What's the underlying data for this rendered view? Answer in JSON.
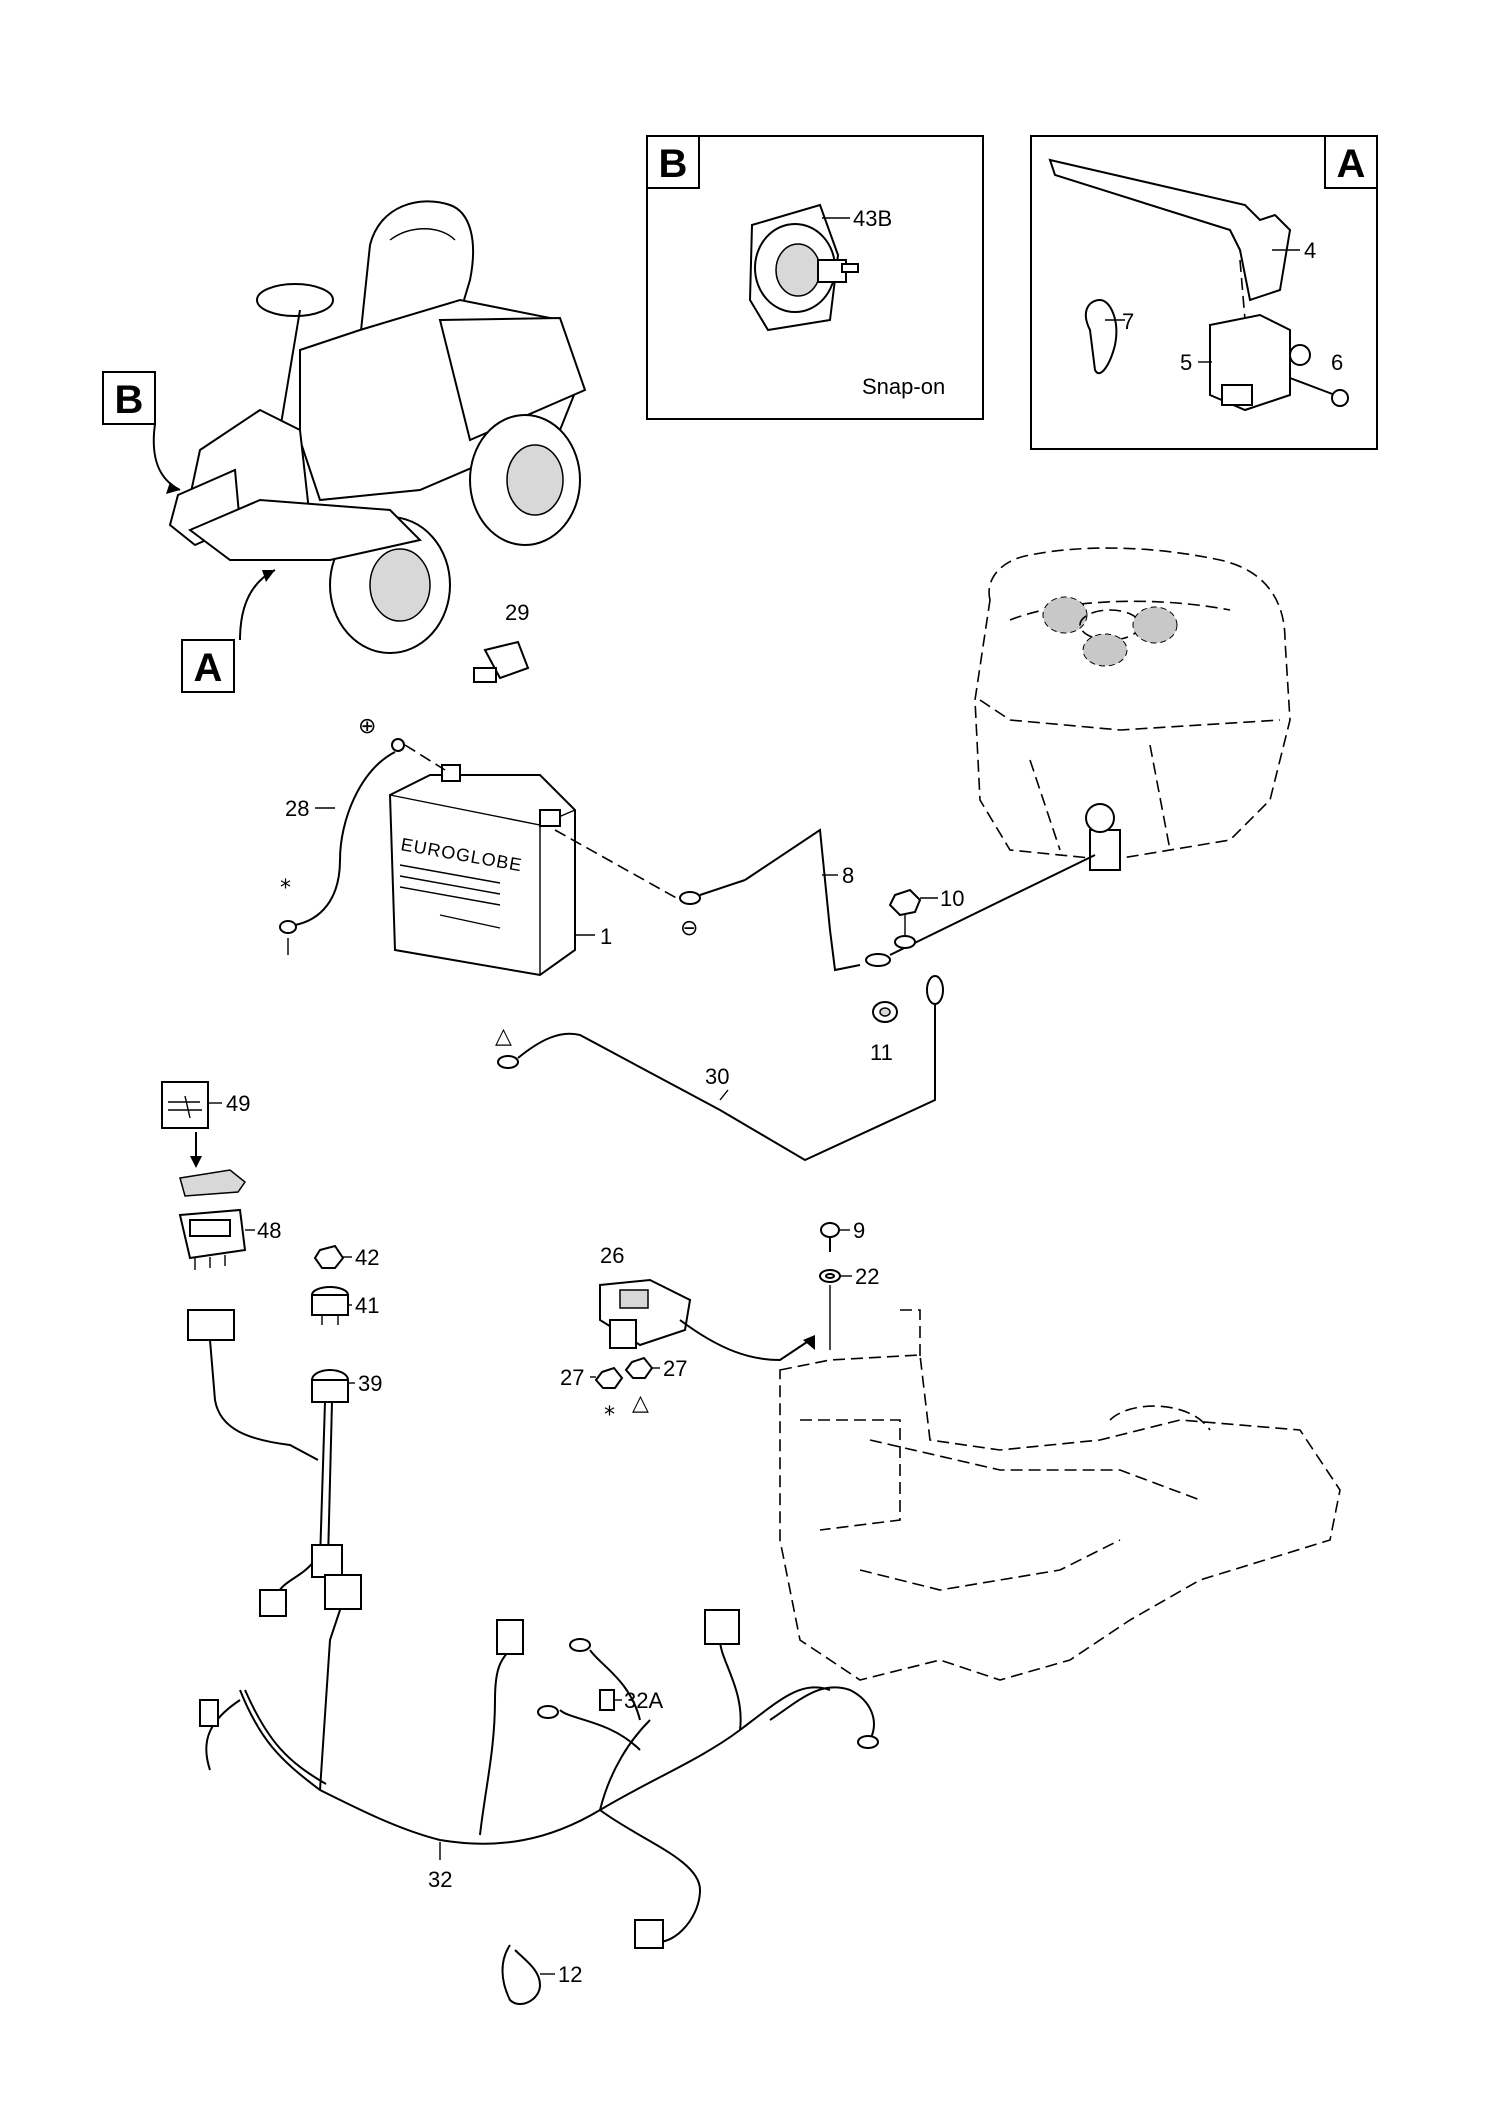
{
  "insets": {
    "B": {
      "letter": "B",
      "part": "43B",
      "note": "Snap-on"
    },
    "A": {
      "letter": "A",
      "parts": [
        "4",
        "5",
        "6",
        "7"
      ]
    }
  },
  "callouts": {
    "view_b": "B",
    "view_a": "A"
  },
  "battery": {
    "brand": "EUROGLOBE",
    "part": "1"
  },
  "symbols": {
    "plus": "⊕",
    "minus": "⊖",
    "star": "*",
    "triangle": "△"
  },
  "parts": {
    "p29": "29",
    "p28": "28",
    "p8": "8",
    "p10": "10",
    "p11": "11",
    "p30": "30",
    "p49": "49",
    "p48": "48",
    "p42": "42",
    "p41": "41",
    "p39": "39",
    "p9": "9",
    "p22": "22",
    "p26": "26",
    "p27a": "27",
    "p27b": "27",
    "p32A": "32A",
    "p32": "32",
    "p12": "12"
  }
}
